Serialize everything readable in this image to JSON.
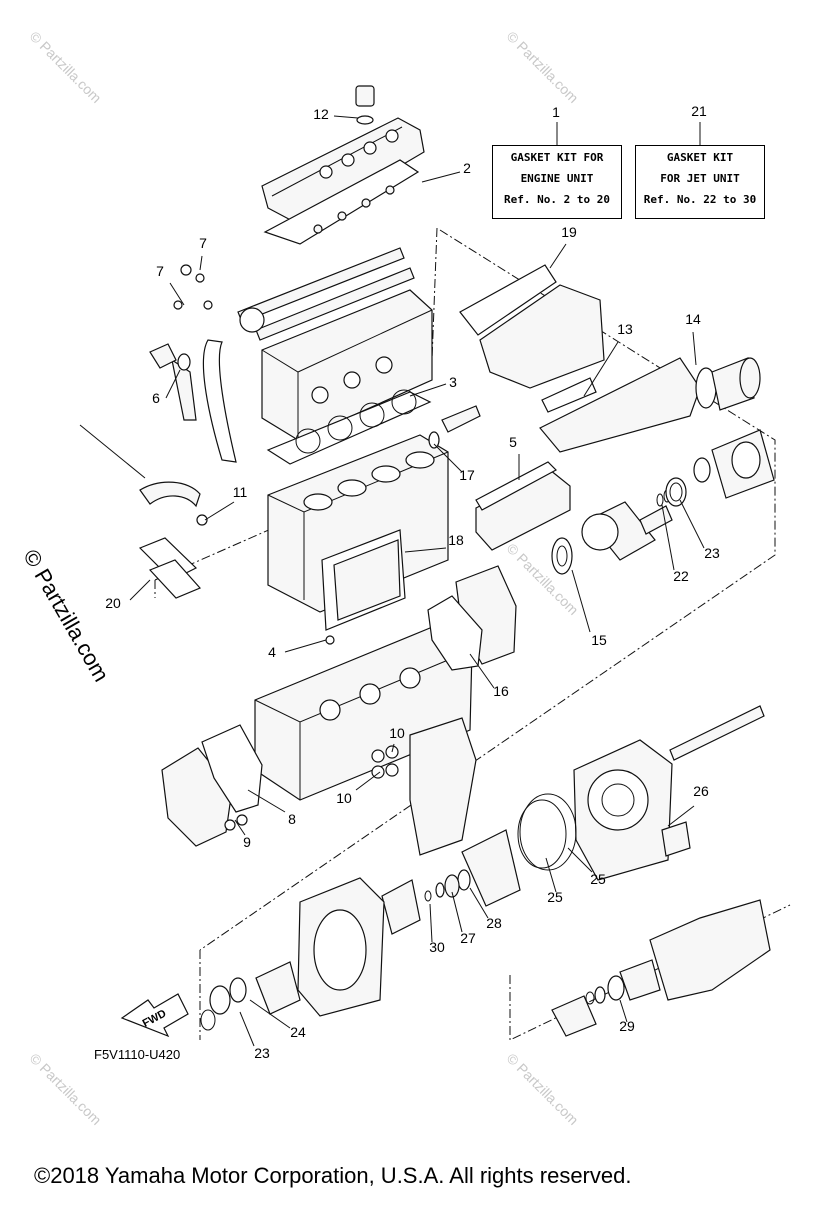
{
  "watermark": {
    "text": "© Partzilla.com"
  },
  "kits": [
    {
      "ref": "1",
      "lines": [
        "GASKET KIT FOR",
        "ENGINE UNIT",
        "Ref. No. 2 to 20"
      ]
    },
    {
      "ref": "21",
      "lines": [
        "GASKET KIT",
        "FOR JET UNIT",
        "Ref. No. 22 to 30"
      ]
    }
  ],
  "callouts": [
    "1",
    "2",
    "3",
    "4",
    "5",
    "6",
    "7",
    "7",
    "8",
    "9",
    "10",
    "10",
    "11",
    "12",
    "13",
    "14",
    "15",
    "16",
    "17",
    "18",
    "19",
    "20",
    "21",
    "22",
    "23",
    "23",
    "24",
    "25",
    "25",
    "26",
    "27",
    "28",
    "29",
    "30"
  ],
  "fwd_label": "FWD",
  "diagram_code": "F5V1110-U420",
  "copyright": "©2018  Yamaha Motor Corporation, U.S.A. All rights reserved."
}
